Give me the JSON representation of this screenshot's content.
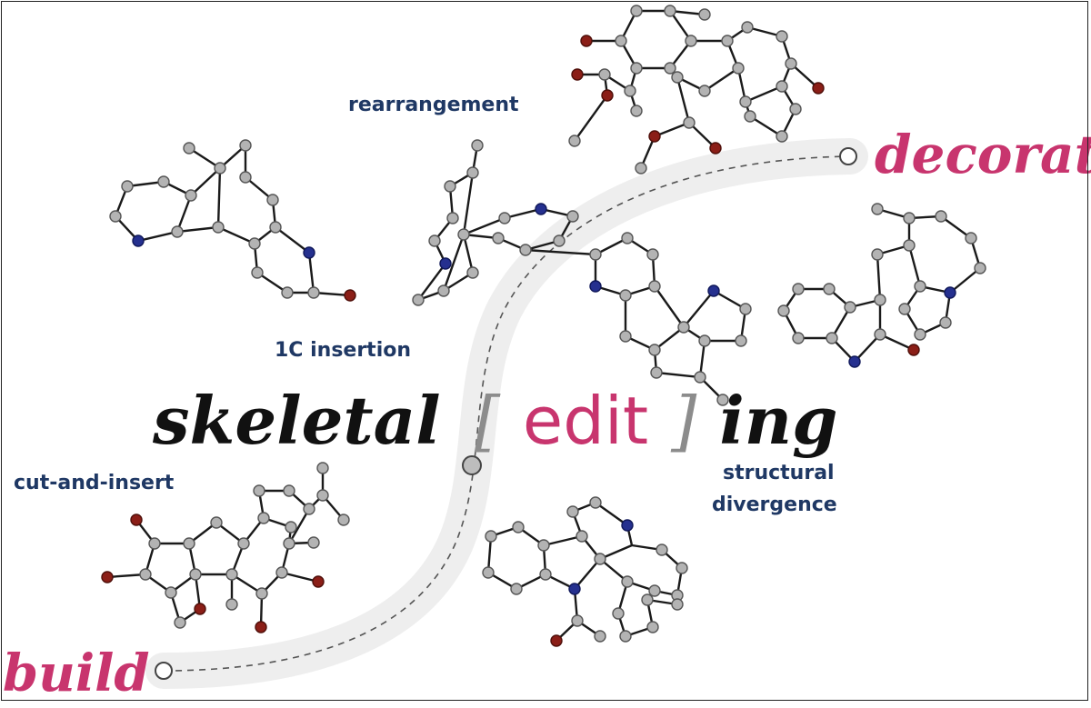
{
  "title": {
    "pre": "skeletal",
    "bracket_open": "[",
    "edit": "edit",
    "bracket_close": "]",
    "post": "ing"
  },
  "endpoints": {
    "start": "build",
    "end": "decorate"
  },
  "labels": {
    "rearrangement": "rearrangement",
    "insertion": "1C insertion",
    "cut_insert": "cut-and-insert",
    "structural_1": "structural",
    "structural_2": "divergence"
  },
  "colors": {
    "accent": "#c8356e",
    "label": "#1f3864",
    "bracket": "#8c8c8c",
    "path_band": "#eeeeee",
    "carbon": "#b3b3b3",
    "nitrogen": "#25308f",
    "oxygen": "#8b1e17"
  }
}
